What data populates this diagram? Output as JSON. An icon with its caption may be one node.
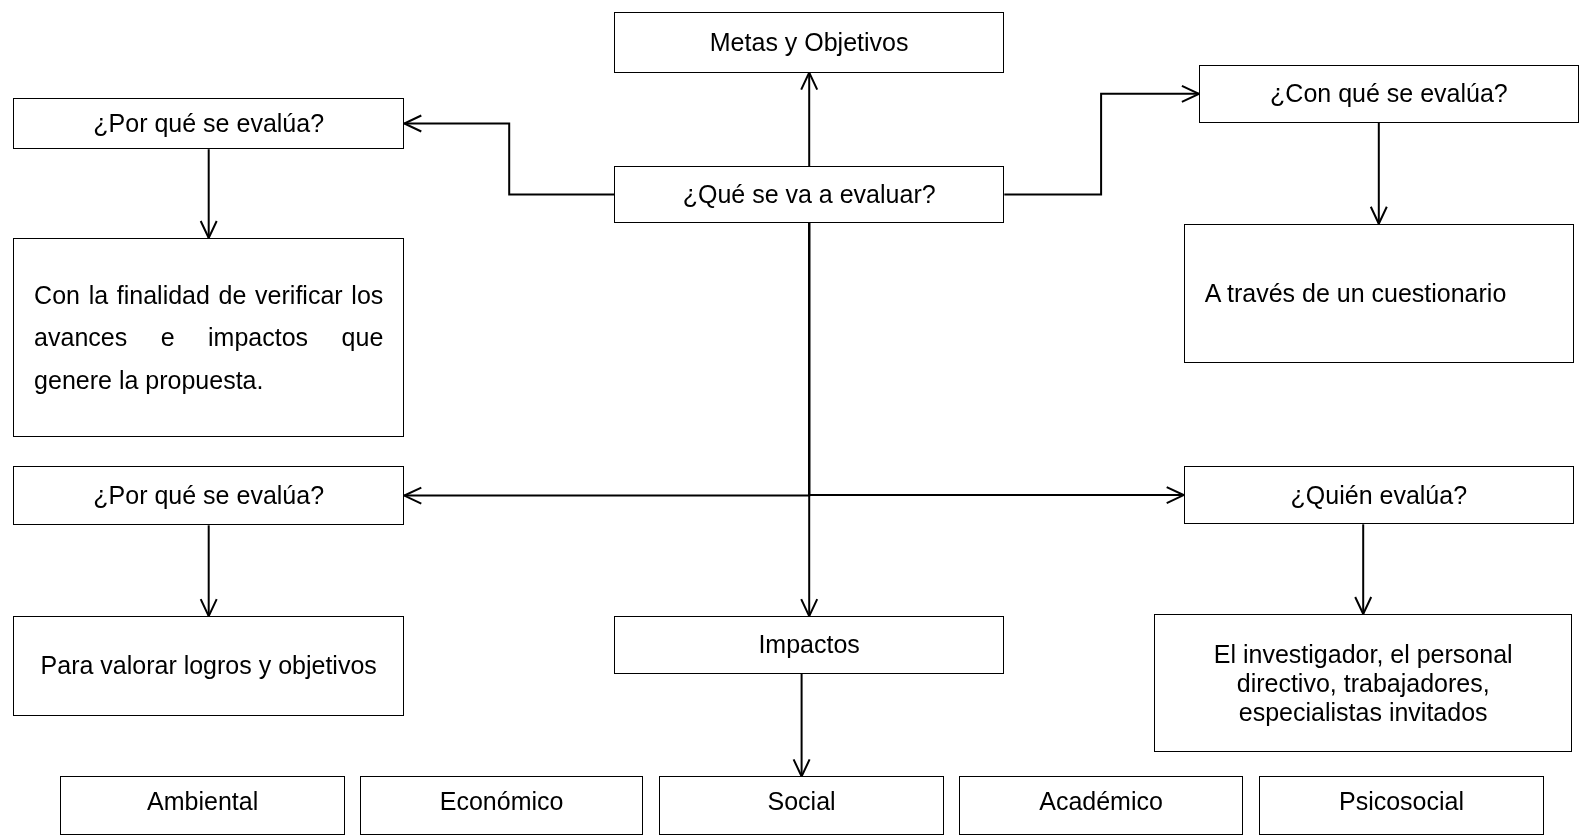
{
  "diagram": {
    "nodes": [
      {
        "text": [
          "Metas y Objetivos"
        ]
      },
      {
        "text": [
          "¿Por qué se evalúa?"
        ]
      },
      {
        "text": [
          "¿Qué se va a evaluar?"
        ]
      },
      {
        "text": [
          "¿Con qué se evalúa?"
        ]
      },
      {
        "text": [
          "Con la finalidad de verificar los avances e impactos que genere la propuesta."
        ]
      },
      {
        "text": [
          "A través de un cuestionario"
        ]
      },
      {
        "text": [
          "¿Por qué se evalúa?"
        ]
      },
      {
        "text": [
          "¿Quién evalúa?"
        ]
      },
      {
        "text": [
          "Para valorar logros y objetivos"
        ]
      },
      {
        "text": [
          "Impactos"
        ]
      },
      {
        "text": [
          "El investigador, el personal directivo, trabajadores, especialistas invitados"
        ]
      },
      {
        "text": [
          "Ambiental"
        ]
      },
      {
        "text": [
          "Económico"
        ]
      },
      {
        "text": [
          "Social"
        ]
      },
      {
        "text": [
          "Académico"
        ]
      },
      {
        "text": [
          "Psicosocial"
        ]
      }
    ],
    "edges": [
      {
        "from": 2,
        "to": 0,
        "arrow": "to"
      },
      {
        "from": 2,
        "to": 1,
        "arrow": "to"
      },
      {
        "from": 2,
        "to": 3,
        "arrow": "to"
      },
      {
        "from": 1,
        "to": 4,
        "arrow": "to"
      },
      {
        "from": 3,
        "to": 5,
        "arrow": "to"
      },
      {
        "from": 2,
        "to": 6,
        "arrow": "to"
      },
      {
        "from": 2,
        "to": 7,
        "arrow": "to"
      },
      {
        "from": 2,
        "to": 9,
        "arrow": "to"
      },
      {
        "from": 6,
        "to": 8,
        "arrow": "to"
      },
      {
        "from": 7,
        "to": 10,
        "arrow": "to"
      },
      {
        "from": 9,
        "to": 13,
        "arrow": "to"
      }
    ]
  }
}
